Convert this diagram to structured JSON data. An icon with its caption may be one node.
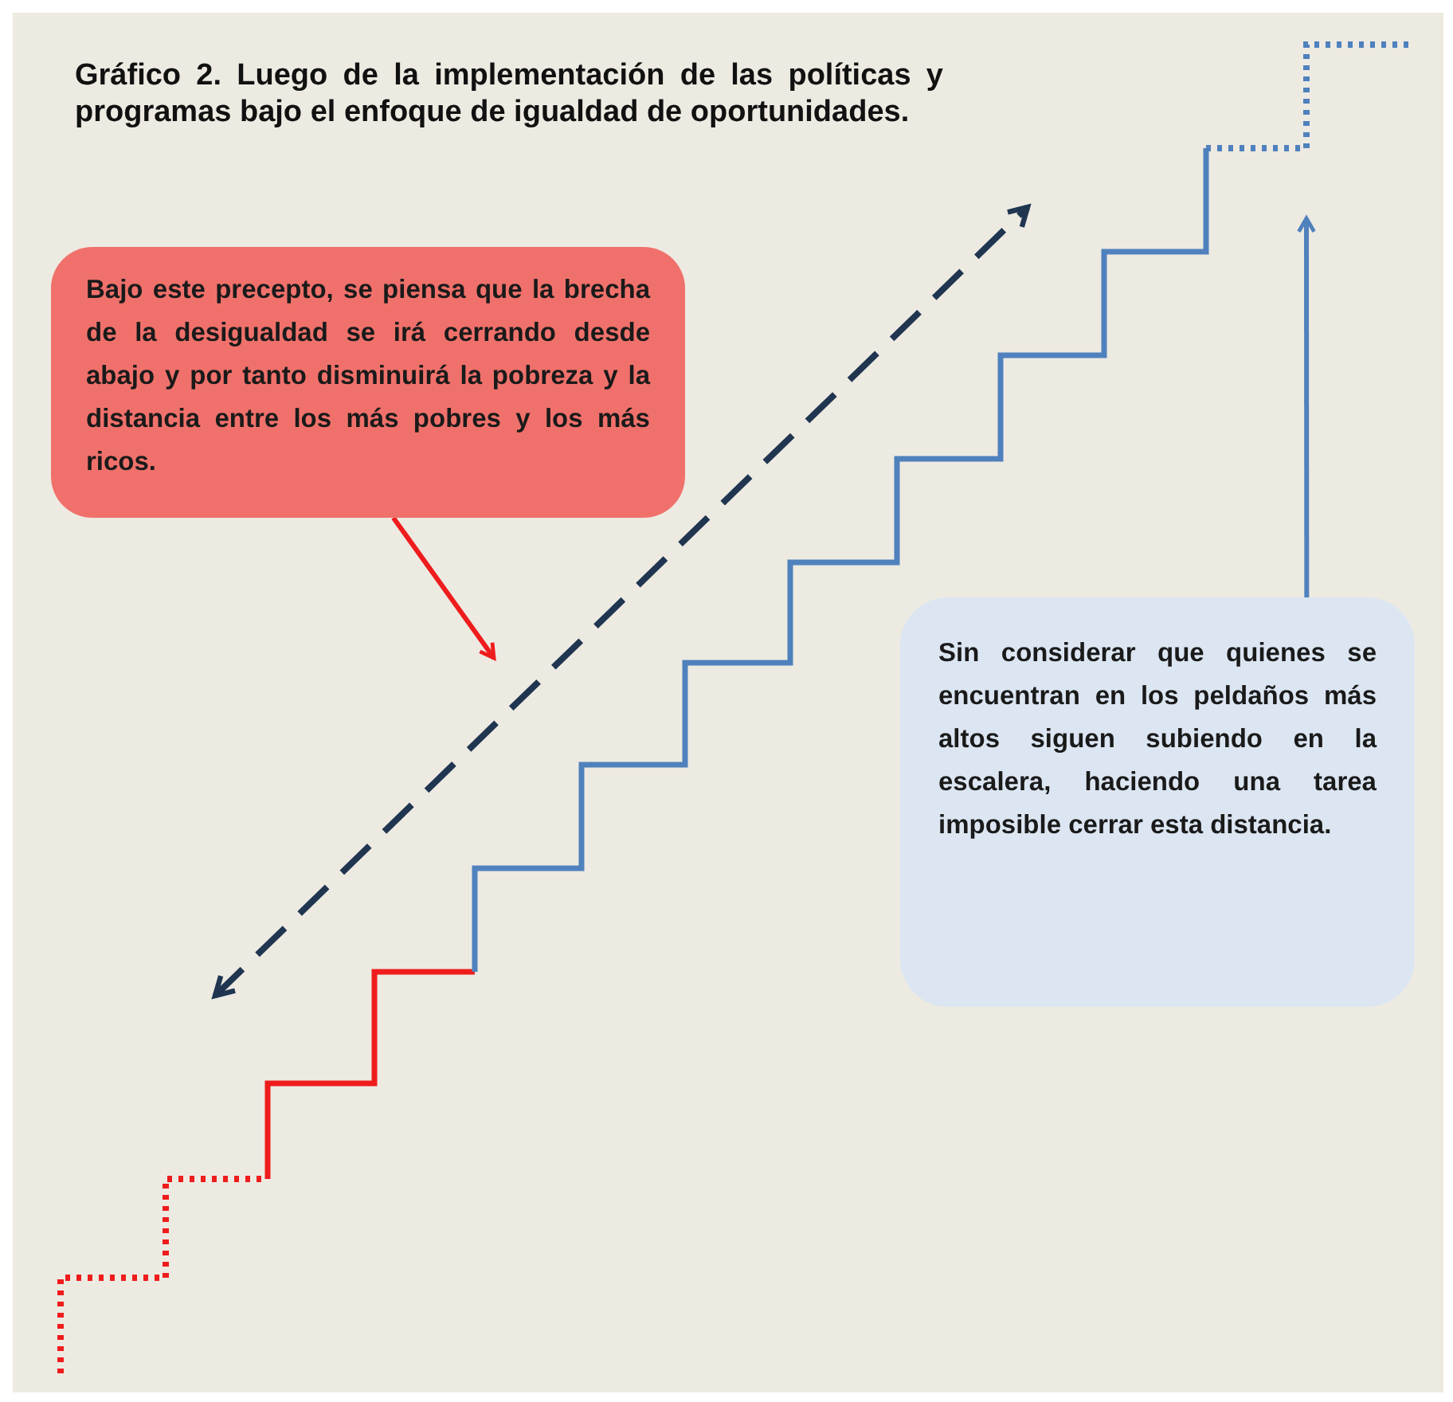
{
  "diagram": {
    "title": "Gráfico 2. Luego de la implementación de las políticas y programas bajo el enfoque de igualdad de oportunidades.",
    "nodes": [
      {
        "text": [
          "Bajo este precepto, se piensa que la brecha de la desigualdad se irá cerrando desde abajo y por tanto disminuirá la pobreza y la distancia entre los más pobres y los más ricos."
        ]
      },
      {
        "text": [
          "Sin considerar que quienes se encuentran en los peldaños más altos siguen subiendo en la escalera, haciendo una tarea imposible cerrar esta distancia."
        ]
      }
    ],
    "edges": [
      {
        "from": 0,
        "to": null,
        "arrow": "to",
        "color": "#ee1c1c"
      },
      {
        "from": 1,
        "to": null,
        "arrow": "to",
        "color": "#4f81bd"
      }
    ]
  }
}
